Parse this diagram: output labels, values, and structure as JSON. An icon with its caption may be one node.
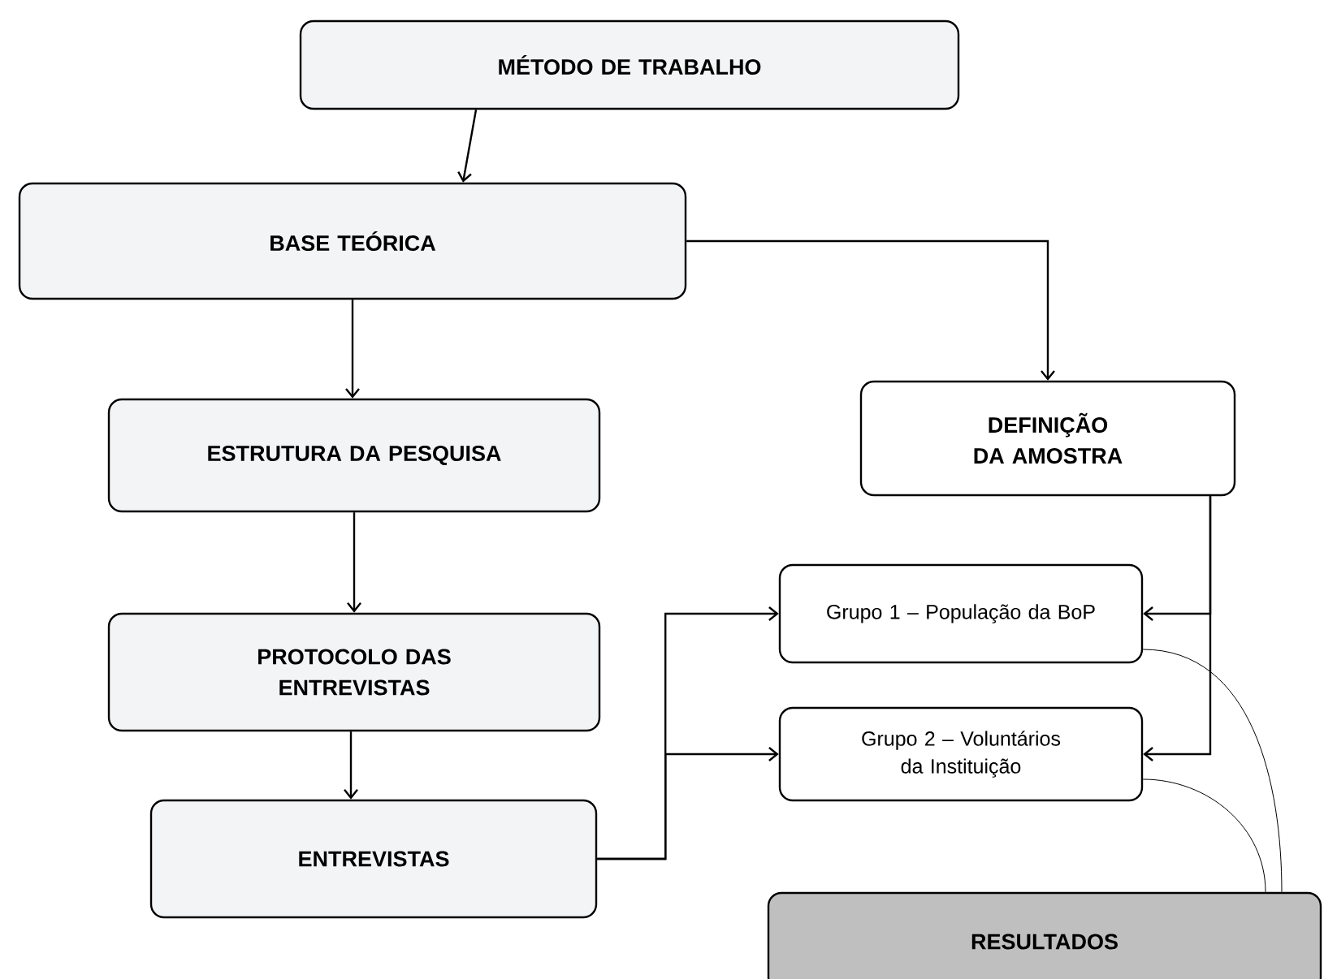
{
  "diagram": {
    "nodes": [
      {
        "text": [
          "MÉTODO DE TRABALHO"
        ]
      },
      {
        "text": [
          "BASE TEÓRICA"
        ]
      },
      {
        "text": [
          "ESTRUTURA DA PESQUISA"
        ]
      },
      {
        "text": [
          "DEFINIÇÃO DA AMOSTRA"
        ]
      },
      {
        "text": [
          "PROTOCOLO DAS ENTREVISTAS"
        ]
      },
      {
        "text": [
          "ENTREVISTAS"
        ]
      },
      {
        "text": [
          "Grupo 1 – População da BoP"
        ]
      },
      {
        "text": [
          "Grupo 2 – Voluntários da Instituição"
        ]
      },
      {
        "text": [
          "RESULTADOS"
        ]
      }
    ],
    "edges": [
      {
        "from": 0,
        "to": 1,
        "arrow": "to"
      },
      {
        "from": 1,
        "to": 2,
        "arrow": "to"
      },
      {
        "from": 1,
        "to": 3,
        "arrow": "to"
      },
      {
        "from": 2,
        "to": 4,
        "arrow": "to"
      },
      {
        "from": 4,
        "to": 5,
        "arrow": "to"
      },
      {
        "from": 5,
        "to": 6,
        "arrow": "to"
      },
      {
        "from": 5,
        "to": 7,
        "arrow": "to"
      },
      {
        "from": 3,
        "to": 6,
        "arrow": "to"
      },
      {
        "from": 3,
        "to": 7,
        "arrow": "to"
      },
      {
        "from": 6,
        "to": 8,
        "arrow": "none"
      },
      {
        "from": 7,
        "to": 8,
        "arrow": "none"
      }
    ]
  }
}
